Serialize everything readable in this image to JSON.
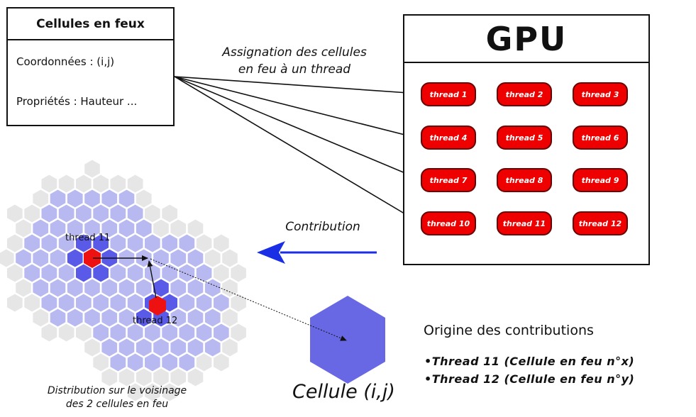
{
  "cell_box": {
    "title": "Cellules en feux",
    "coordinates": "Coordonnées : (i,j)",
    "properties": "Propriétés :  Hauteur ..."
  },
  "assignment_label": {
    "line1": "Assignation des cellules",
    "line2": "en feu à un thread"
  },
  "gpu": {
    "title": "GPU",
    "threads": [
      "thread 1",
      "thread 2",
      "thread 3",
      "thread 4",
      "thread 5",
      "thread 6",
      "thread 7",
      "thread 8",
      "thread 9",
      "thread 10",
      "thread 11",
      "thread 12"
    ]
  },
  "contribution_label": "Contribution",
  "grid_labels": {
    "thread_a": "thread 11",
    "thread_b": "thread 12"
  },
  "distribution_caption": {
    "line1": "Distribution sur le voisinage",
    "line2": "des 2 cellules en feu"
  },
  "cell_label": "Cellule (i,j)",
  "origin": {
    "title": "Origine des contributions",
    "items": [
      "Thread 11 (Cellule en feu n°x)",
      "Thread 12 (Cellule en feu n°y)"
    ]
  },
  "colors": {
    "thread_red": "#ee0000",
    "arrow_blue": "#1a2ee6",
    "hex_light": "#b9b9f2",
    "hex_dark": "#5a5ae8",
    "hex_grey": "#e6e6e6"
  }
}
